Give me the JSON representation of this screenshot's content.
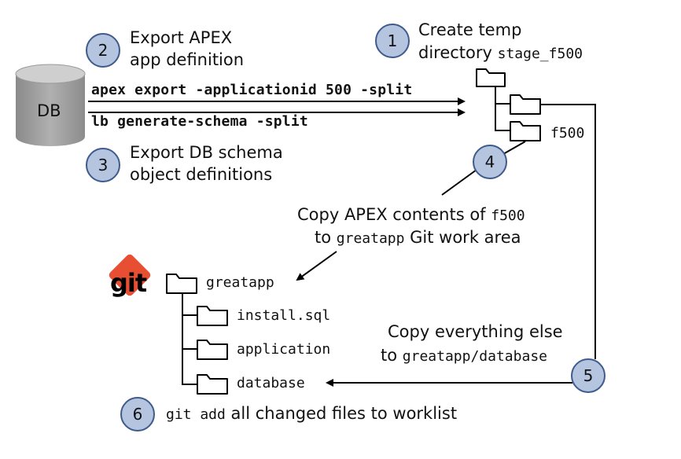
{
  "db_label": "DB",
  "commands": {
    "apex_export": "apex export -applicationid 500 -split",
    "lb_generate": "lb generate-schema -split"
  },
  "steps": [
    {
      "number": "1",
      "line1": "Create temp",
      "line2_text": "directory ",
      "line2_code": "stage_f500"
    },
    {
      "number": "2",
      "line1": "Export APEX",
      "line2": "app definition"
    },
    {
      "number": "3",
      "line1": "Export DB schema",
      "line2": "object definitions"
    },
    {
      "number": "4",
      "line1_text": "Copy APEX contents of ",
      "line1_code": "f500",
      "line2_pre": "to ",
      "line2_code": "greatapp",
      "line2_post": " Git work area"
    },
    {
      "number": "5",
      "line1": "Copy everything else",
      "line2_pre": "to ",
      "line2_code": "greatapp/database"
    },
    {
      "number": "6",
      "code": "git add",
      "text": " all changed files to worklist"
    }
  ],
  "stage_folder_label": "f500",
  "git_logo_text": "git",
  "repo": {
    "root": "greatapp",
    "children": [
      "install.sql",
      "application",
      "database"
    ]
  },
  "colors": {
    "circle_fill": "#b6c5df",
    "circle_stroke": "#3f5a8c",
    "git_orange": "#e84e31",
    "db_body": "#9a9a9a",
    "db_top": "#c4c4c4"
  }
}
